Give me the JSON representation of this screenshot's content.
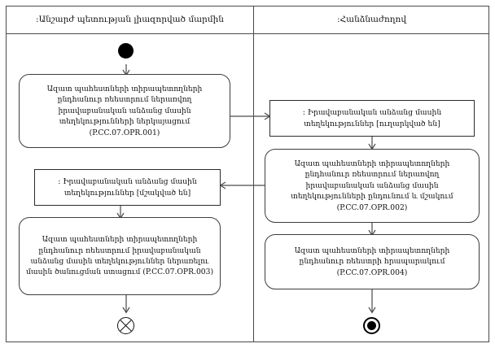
{
  "diagram": {
    "title": "UML Activity Diagram - Free Warehouse Holders Register",
    "type": "uml-activity-swimlane"
  },
  "lanes": [
    {
      "label": ":Անշարժ պետության լիազորված մարմին"
    },
    {
      "label": ":Հանձնաժողով"
    }
  ],
  "nodes": {
    "start": {
      "name": "initial-node"
    },
    "activity_opr001": {
      "text": "Ազատ պահեստների տիրապետողների ընդհանուր ռեեստրում ներառվող  իրավաբանական անձանց մասին տեղեկությունների ներկայացում (P.CC.07.OPR.001)",
      "code": "P.CC.07.OPR.001"
    },
    "signal_sent": {
      "text": ": Իրավաբանական անձանց մասին տեղեկություններ [ուղարկված են]"
    },
    "activity_opr002": {
      "text": "Ազատ պահեստների տիրապետողների ընդհանուր ռեեստրում ներառվող  իրավաբանական անձանց մասին տեղեկությունների ընդունում և մշակում (P.CC.07.OPR.002)",
      "code": "P.CC.07.OPR.002"
    },
    "signal_processed": {
      "text": ": Իրավաբանական անձանց մասին տեղեկություններ [մշակված են]"
    },
    "activity_opr003": {
      "text": "Ազատ պահեստների տիրապետողների ընդհանուր ռեեստրում իրավաբանական անձանց մասին տեղեկություններ ներառելու մասին ծանուցման ստացում (P.CC.07.OPR.003)",
      "code": "P.CC.07.OPR.003"
    },
    "activity_opr004": {
      "text": "Ազատ պահեստների տիրապետողների ընդհանուր ռեեստրի հրապարակում (P.CC.07.OPR.004)",
      "code": "P.CC.07.OPR.004"
    },
    "flow_final": {
      "name": "flow-final-node"
    },
    "activity_final": {
      "name": "activity-final-node"
    }
  },
  "colors": {
    "line": "#4a4a4a",
    "node_border": "#3d3d3d",
    "text": "#111111",
    "background": "#ffffff"
  }
}
